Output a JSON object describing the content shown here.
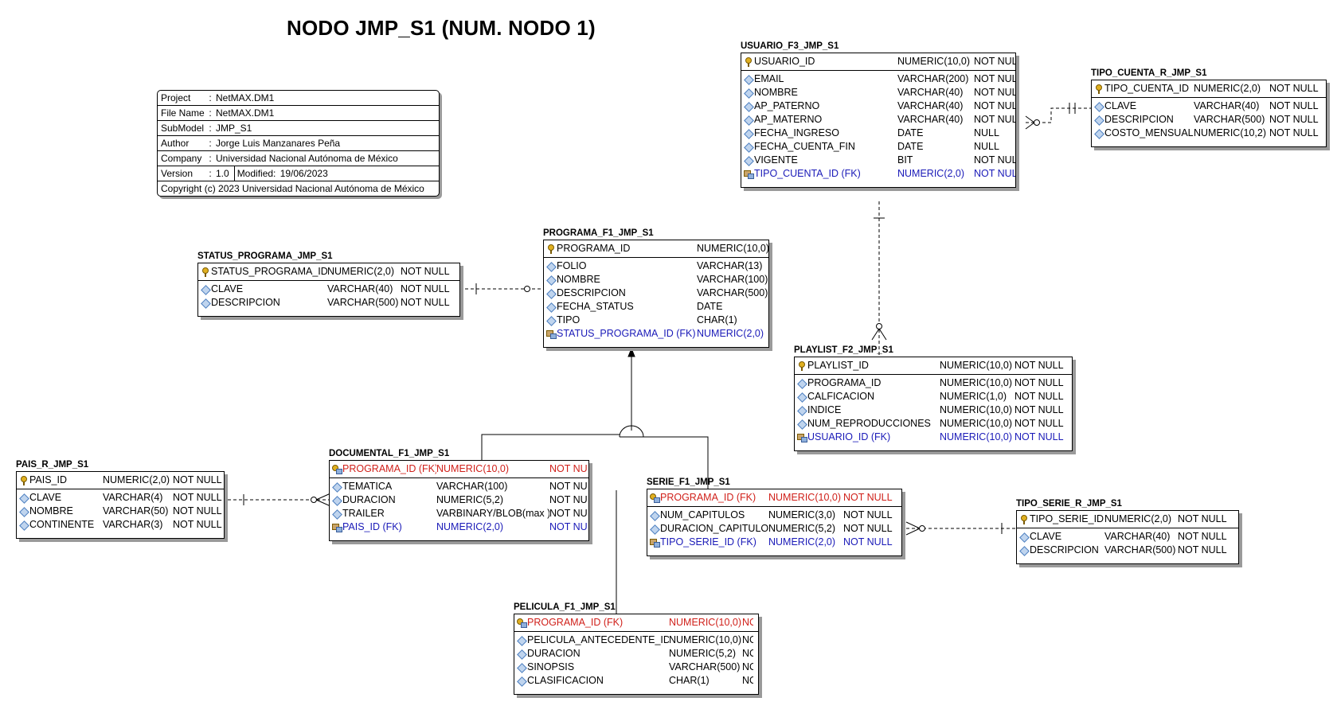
{
  "title": "NODO JMP_S1 (NUM. NODO 1)",
  "info_box": {
    "project_label": "Project",
    "project": "NetMAX.DM1",
    "file_label": "File Name",
    "file": "NetMAX.DM1",
    "submodel_label": "SubModel",
    "submodel": "JMP_S1",
    "author_label": "Author",
    "author": "Jorge Luis Manzanares Peña",
    "company_label": "Company",
    "company": "Universidad Nacional Autónoma de México",
    "version_label": "Version",
    "version": "1.0",
    "modified_label": "Modified:",
    "modified": "19/06/2023",
    "copyright": "Copyright (c)  2023 Universidad Nacional Autónoma de México"
  },
  "colors": {
    "fk": "#1a1ab8",
    "pkfk": "#d0201a",
    "line": "#000000",
    "shadow": "#9a9a9a"
  },
  "entities": {
    "usuario": {
      "name": "USUARIO_F3_JMP_S1",
      "pk": [
        {
          "icon": "pk-icon",
          "name": "USUARIO_ID",
          "type": "NUMERIC(10,0)",
          "null": "NOT NULL"
        }
      ],
      "attrs": [
        {
          "icon": "attr-icon",
          "name": "EMAIL",
          "type": "VARCHAR(200)",
          "null": "NOT NULL"
        },
        {
          "icon": "attr-icon",
          "name": "NOMBRE",
          "type": "VARCHAR(40)",
          "null": "NOT NULL"
        },
        {
          "icon": "attr-icon",
          "name": "AP_PATERNO",
          "type": "VARCHAR(40)",
          "null": "NOT NULL"
        },
        {
          "icon": "attr-icon",
          "name": "AP_MATERNO",
          "type": "VARCHAR(40)",
          "null": "NOT NULL"
        },
        {
          "icon": "attr-icon",
          "name": "FECHA_INGRESO",
          "type": "DATE",
          "null": "NULL"
        },
        {
          "icon": "attr-icon",
          "name": "FECHA_CUENTA_FIN",
          "type": "DATE",
          "null": "NULL"
        },
        {
          "icon": "attr-icon",
          "name": "VIGENTE",
          "type": "BIT",
          "null": "NOT NULL"
        },
        {
          "icon": "fk-icon",
          "kind": "fk",
          "name": "TIPO_CUENTA_ID (FK)",
          "type": "NUMERIC(2,0)",
          "null": "NOT NULL"
        }
      ]
    },
    "tipo_cuenta": {
      "name": "TIPO_CUENTA_R_JMP_S1",
      "pk": [
        {
          "icon": "pk-icon",
          "name": "TIPO_CUENTA_ID",
          "type": "NUMERIC(2,0)",
          "null": "NOT NULL"
        }
      ],
      "attrs": [
        {
          "icon": "attr-icon",
          "name": "CLAVE",
          "type": "VARCHAR(40)",
          "null": "NOT NULL"
        },
        {
          "icon": "attr-icon",
          "name": "DESCRIPCION",
          "type": "VARCHAR(500)",
          "null": "NOT NULL"
        },
        {
          "icon": "attr-icon",
          "name": "COSTO_MENSUAL",
          "type": "NUMERIC(10,2)",
          "null": "NOT NULL"
        }
      ]
    },
    "programa": {
      "name": "PROGRAMA_F1_JMP_S1",
      "pk": [
        {
          "icon": "pk-icon",
          "name": "PROGRAMA_ID",
          "type": "NUMERIC(10,0)",
          "null": ""
        }
      ],
      "attrs": [
        {
          "icon": "attr-icon",
          "name": "FOLIO",
          "type": "VARCHAR(13)",
          "null": ""
        },
        {
          "icon": "attr-icon",
          "name": "NOMBRE",
          "type": "VARCHAR(100)",
          "null": ""
        },
        {
          "icon": "attr-icon",
          "name": "DESCRIPCION",
          "type": "VARCHAR(500)",
          "null": ""
        },
        {
          "icon": "attr-icon",
          "name": "FECHA_STATUS",
          "type": "DATE",
          "null": ""
        },
        {
          "icon": "attr-icon",
          "name": "TIPO",
          "type": "CHAR(1)",
          "null": ""
        },
        {
          "icon": "fk-icon",
          "kind": "fk",
          "name": "STATUS_PROGRAMA_ID (FK)",
          "type": "NUMERIC(2,0)",
          "null": ""
        }
      ]
    },
    "status_programa": {
      "name": "STATUS_PROGRAMA_JMP_S1",
      "pk": [
        {
          "icon": "pk-icon",
          "name": "STATUS_PROGRAMA_ID",
          "type": "NUMERIC(2,0)",
          "null": "NOT NULL"
        }
      ],
      "attrs": [
        {
          "icon": "attr-icon",
          "name": "CLAVE",
          "type": "VARCHAR(40)",
          "null": "NOT NULL"
        },
        {
          "icon": "attr-icon",
          "name": "DESCRIPCION",
          "type": "VARCHAR(500)",
          "null": "NOT NULL"
        }
      ]
    },
    "playlist": {
      "name": "PLAYLIST_F2_JMP_S1",
      "pk": [
        {
          "icon": "pk-icon",
          "name": "PLAYLIST_ID",
          "type": "NUMERIC(10,0)",
          "null": "NOT NULL"
        }
      ],
      "attrs": [
        {
          "icon": "attr-icon",
          "name": "PROGRAMA_ID",
          "type": "NUMERIC(10,0)",
          "null": "NOT NULL"
        },
        {
          "icon": "attr-icon",
          "name": "CALFICACION",
          "type": "NUMERIC(1,0)",
          "null": "NOT NULL"
        },
        {
          "icon": "attr-icon",
          "name": "INDICE",
          "type": "NUMERIC(10,0)",
          "null": "NOT NULL"
        },
        {
          "icon": "attr-icon",
          "name": "NUM_REPRODUCCIONES",
          "type": "NUMERIC(10,0)",
          "null": "NOT NULL"
        },
        {
          "icon": "fk-icon",
          "kind": "fk",
          "name": "USUARIO_ID (FK)",
          "type": "NUMERIC(10,0)",
          "null": "NOT NULL"
        }
      ]
    },
    "pais": {
      "name": "PAIS_R_JMP_S1",
      "pk": [
        {
          "icon": "pk-icon",
          "name": "PAIS_ID",
          "type": "NUMERIC(2,0)",
          "null": "NOT NULL"
        }
      ],
      "attrs": [
        {
          "icon": "attr-icon",
          "name": "CLAVE",
          "type": "VARCHAR(4)",
          "null": "NOT NULL"
        },
        {
          "icon": "attr-icon",
          "name": "NOMBRE",
          "type": "VARCHAR(50)",
          "null": "NOT NULL"
        },
        {
          "icon": "attr-icon",
          "name": "CONTINENTE",
          "type": "VARCHAR(3)",
          "null": "NOT NULL"
        }
      ]
    },
    "documental": {
      "name": "DOCUMENTAL_F1_JMP_S1",
      "pk": [
        {
          "icon": "pkfk-icon",
          "kind": "pkfk",
          "name": "PROGRAMA_ID (FK)",
          "type": "NUMERIC(10,0)",
          "null": "NOT NU"
        }
      ],
      "attrs": [
        {
          "icon": "attr-icon",
          "name": "TEMATICA",
          "type": "VARCHAR(100)",
          "null": "NOT NU"
        },
        {
          "icon": "attr-icon",
          "name": "DURACION",
          "type": "NUMERIC(5,2)",
          "null": "NOT NU"
        },
        {
          "icon": "attr-icon",
          "name": "TRAILER",
          "type": "VARBINARY/BLOB(max )",
          "null": "NOT NU"
        },
        {
          "icon": "fk-icon",
          "kind": "fk",
          "name": "PAIS_ID (FK)",
          "type": "NUMERIC(2,0)",
          "null": "NOT NU"
        }
      ]
    },
    "serie": {
      "name": "SERIE_F1_JMP_S1",
      "pk": [
        {
          "icon": "pkfk-icon",
          "kind": "pkfk",
          "name": "PROGRAMA_ID (FK)",
          "type": "NUMERIC(10,0)",
          "null": "NOT NULL"
        }
      ],
      "attrs": [
        {
          "icon": "attr-icon",
          "name": "NUM_CAPITULOS",
          "type": "NUMERIC(3,0)",
          "null": "NOT NULL"
        },
        {
          "icon": "attr-icon",
          "name": "DURACION_CAPITULO",
          "type": "NUMERIC(5,2)",
          "null": "NOT NULL"
        },
        {
          "icon": "fk-icon",
          "kind": "fk",
          "name": "TIPO_SERIE_ID (FK)",
          "type": "NUMERIC(2,0)",
          "null": "NOT NULL"
        }
      ]
    },
    "tipo_serie": {
      "name": "TIPO_SERIE_R_JMP_S1",
      "pk": [
        {
          "icon": "pk-icon",
          "name": "TIPO_SERIE_ID",
          "type": "NUMERIC(2,0)",
          "null": "NOT NULL"
        }
      ],
      "attrs": [
        {
          "icon": "attr-icon",
          "name": "CLAVE",
          "type": "VARCHAR(40)",
          "null": "NOT NULL"
        },
        {
          "icon": "attr-icon",
          "name": "DESCRIPCION",
          "type": "VARCHAR(500)",
          "null": "NOT NULL"
        }
      ]
    },
    "pelicula": {
      "name": "PELICULA_F1_JMP_S1",
      "pk": [
        {
          "icon": "pkfk-icon",
          "kind": "pkfk",
          "name": "PROGRAMA_ID (FK)",
          "type": "NUMERIC(10,0)",
          "null": "NO"
        }
      ],
      "attrs": [
        {
          "icon": "attr-icon",
          "name": "PELICULA_ANTECEDENTE_ID",
          "type": "NUMERIC(10,0)",
          "null": "NO"
        },
        {
          "icon": "attr-icon",
          "name": "DURACION",
          "type": "NUMERIC(5,2)",
          "null": "NO"
        },
        {
          "icon": "attr-icon",
          "name": "SINOPSIS",
          "type": "VARCHAR(500)",
          "null": "NO"
        },
        {
          "icon": "attr-icon",
          "name": "CLASIFICACION",
          "type": "CHAR(1)",
          "null": "NO"
        }
      ]
    }
  }
}
